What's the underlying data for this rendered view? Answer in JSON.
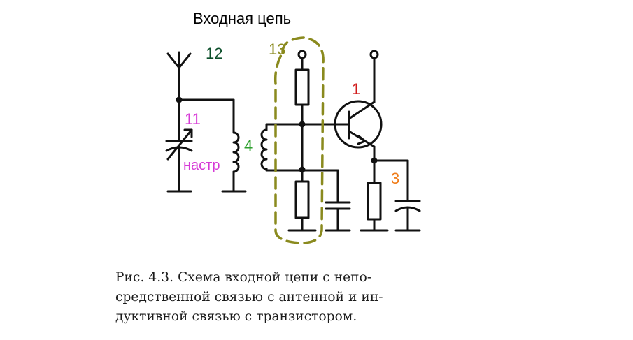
{
  "title": "Входная цепь",
  "labels": {
    "l12": "12",
    "l13": "13",
    "l1": "1",
    "l11": "11",
    "l4": "4",
    "nastr": "настр",
    "l3": "3"
  },
  "caption": {
    "line1": "Рис. 4.3. Схема входной цепи с непо-",
    "line2": "средственной связью с антенной и ин-",
    "line3": "дуктивной связью с транзистором."
  },
  "colors": {
    "wire": "#111111",
    "highlight": "#8a8a1e",
    "label12": "#0b4f2a",
    "label13": "#8a8a1e",
    "label1": "#d01a1a",
    "label11": "#d63ad6",
    "label4": "#2ea02e",
    "label3": "#f07d1a"
  }
}
